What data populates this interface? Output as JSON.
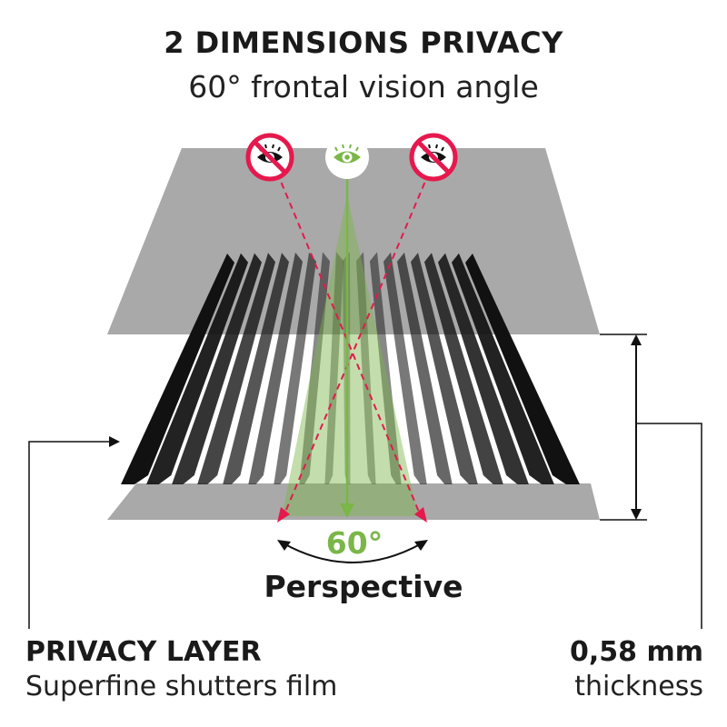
{
  "header": {
    "title": "2 DIMENSIONS PRIVACY",
    "subtitle": "60° frontal vision angle"
  },
  "view": {
    "angle_label": "60°",
    "perspective_label": "Perspective",
    "angle_degrees": 60
  },
  "layer": {
    "title": "PRIVACY LAYER",
    "subtitle": "Superfine shutters film"
  },
  "thickness": {
    "value": "0,58 mm",
    "label": "thickness"
  },
  "icons": {
    "blocked_eye_left": "blocked-eye-icon",
    "allowed_eye": "eye-icon",
    "blocked_eye_right": "blocked-eye-icon"
  },
  "colors": {
    "panel": "#a9a9a9",
    "shutter": "#111111",
    "blocked": "#e5194d",
    "allowed": "#7ab648",
    "text": "#1a1a1a"
  }
}
